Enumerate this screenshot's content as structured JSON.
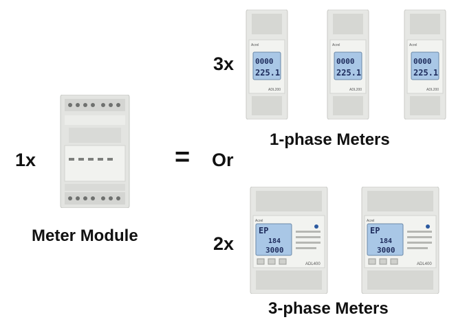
{
  "left": {
    "qty": "1x",
    "caption": "Meter Module"
  },
  "equals_sign": "=",
  "or_label": "Or",
  "single_phase": {
    "qty": "3x",
    "caption": "1-phase Meters",
    "meter": {
      "brand": "Acrel",
      "model": "ADL200",
      "lcd_line1": "0000",
      "lcd_line2": "225.1"
    }
  },
  "three_phase": {
    "qty": "2x",
    "caption": "3-phase Meters",
    "meter": {
      "brand": "Acrel",
      "model": "ADL400",
      "lcd_line1": "EP",
      "lcd_line2": "184",
      "lcd_line3": "3000"
    }
  },
  "colors": {
    "housing": "#e6e7e4",
    "housing_edge": "#c9cac6",
    "lcd": "#a9c7e6",
    "brand": "#c0392b",
    "text": "#111111"
  }
}
